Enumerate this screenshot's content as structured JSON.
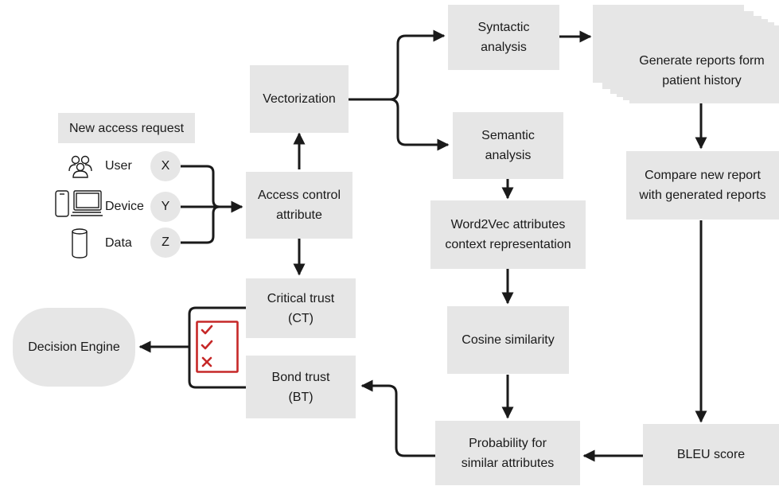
{
  "diagram": {
    "new_access_request": "New access request",
    "inputs": [
      {
        "label": "User",
        "var": "X",
        "icon": "users-icon"
      },
      {
        "label": "Device",
        "var": "Y",
        "icon": "devices-icon"
      },
      {
        "label": "Data",
        "var": "Z",
        "icon": "database-icon"
      }
    ],
    "access_control_attribute": "Access control\nattribute",
    "vectorization": "Vectorization",
    "syntactic_analysis": "Syntactic\nanalysis",
    "semantic_analysis": "Semantic\nanalysis",
    "generate_reports": "Generate reports form\npatient history",
    "compare_reports": "Compare new report\nwith generated reports",
    "word2vec": "Word2Vec  attributes\ncontext representation",
    "cosine_similarity": "Cosine similarity",
    "probability": "Probability for\nsimilar attributes",
    "bleu_score": "BLEU score",
    "critical_trust": "Critical trust\n(CT)",
    "bond_trust": "Bond trust\n(BT)",
    "decision_engine": "Decision Engine",
    "checklist_icon": "checklist-icon",
    "colors": {
      "box": "#e6e6e6",
      "line": "#1a1a1a",
      "checklist": "#c62828"
    }
  }
}
